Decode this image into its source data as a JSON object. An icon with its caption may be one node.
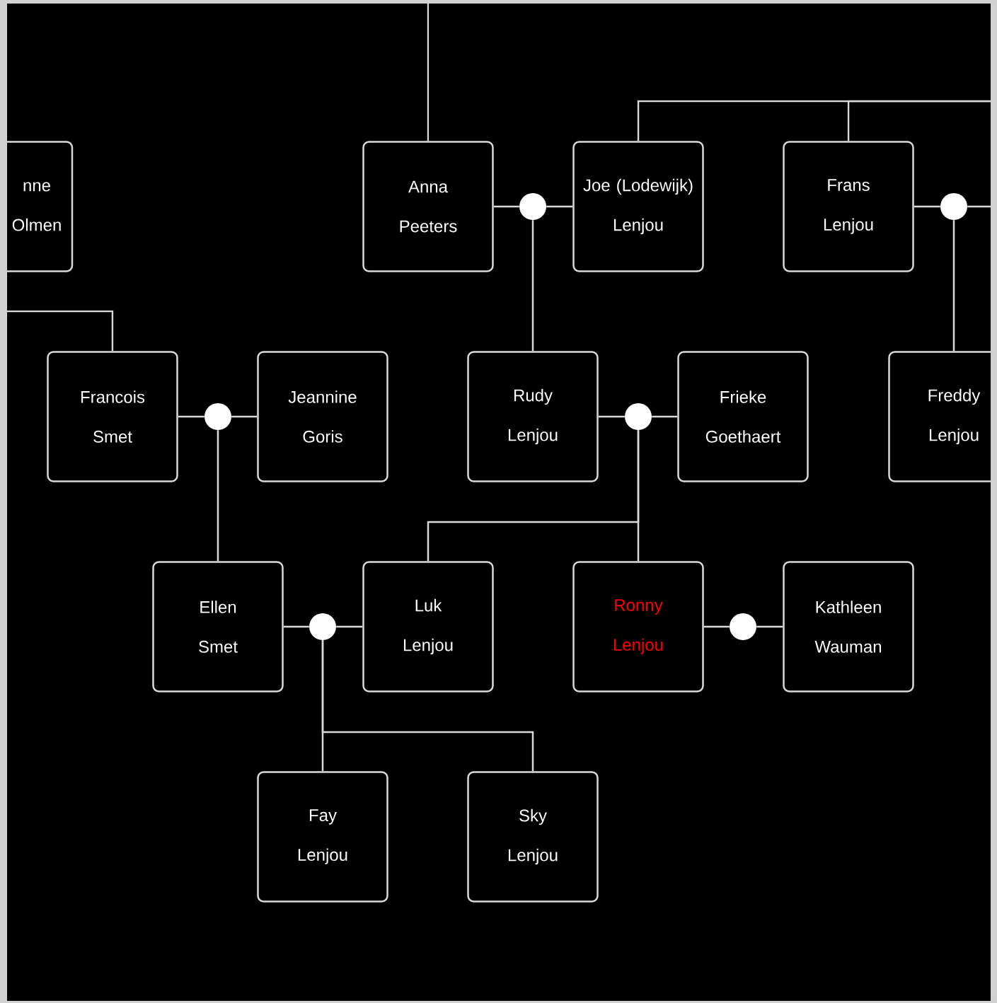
{
  "diagram": {
    "nodes": [
      {
        "text": [
          "nne Olmen"
        ]
      },
      {
        "text": [
          "Anna Peeters"
        ]
      },
      {
        "text": [],
        "shape": "circle"
      },
      {
        "text": [
          "Joe (Lodewijk) Lenjou"
        ]
      },
      {
        "text": [
          "Frans Lenjou"
        ]
      },
      {
        "text": [],
        "shape": "circle"
      },
      {
        "text": [
          "Francois Smet"
        ]
      },
      {
        "text": [],
        "shape": "circle"
      },
      {
        "text": [
          "Jeannine Goris"
        ]
      },
      {
        "text": [
          "Rudy Lenjou"
        ]
      },
      {
        "text": [],
        "shape": "circle"
      },
      {
        "text": [
          "Frieke Goethaert"
        ]
      },
      {
        "text": [
          "Freddy Lenjou"
        ]
      },
      {
        "text": [
          "Ellen Smet"
        ]
      },
      {
        "text": [],
        "shape": "circle"
      },
      {
        "text": [
          "Luk Lenjou"
        ]
      },
      {
        "text": [
          "Ronny Lenjou"
        ]
      },
      {
        "text": [],
        "shape": "circle"
      },
      {
        "text": [
          "Kathleen Wauman"
        ]
      },
      {
        "text": [
          "Fay Lenjou"
        ]
      },
      {
        "text": [
          "Sky Lenjou"
        ]
      }
    ],
    "edges": [
      {
        "from": null,
        "to": 1,
        "arrow": "none"
      },
      {
        "from": 1,
        "to": 2,
        "arrow": "none"
      },
      {
        "from": 2,
        "to": 3,
        "arrow": "none"
      },
      {
        "from": null,
        "to": 3,
        "arrow": "none"
      },
      {
        "from": null,
        "to": 4,
        "arrow": "none"
      },
      {
        "from": 4,
        "to": 5,
        "arrow": "none"
      },
      {
        "from": 5,
        "to": null,
        "arrow": "none"
      },
      {
        "from": 5,
        "to": 12,
        "arrow": "none"
      },
      {
        "from": null,
        "to": 6,
        "arrow": "none"
      },
      {
        "from": 6,
        "to": 7,
        "arrow": "none"
      },
      {
        "from": 7,
        "to": 8,
        "arrow": "none"
      },
      {
        "from": 7,
        "to": 13,
        "arrow": "none"
      },
      {
        "from": 2,
        "to": 9,
        "arrow": "none"
      },
      {
        "from": 9,
        "to": 10,
        "arrow": "none"
      },
      {
        "from": 10,
        "to": 11,
        "arrow": "none"
      },
      {
        "from": 10,
        "to": 15,
        "arrow": "none"
      },
      {
        "from": 10,
        "to": 16,
        "arrow": "none"
      },
      {
        "from": 13,
        "to": 14,
        "arrow": "none"
      },
      {
        "from": 14,
        "to": 15,
        "arrow": "none"
      },
      {
        "from": 14,
        "to": 19,
        "arrow": "none"
      },
      {
        "from": 14,
        "to": 20,
        "arrow": "none"
      },
      {
        "from": 16,
        "to": 17,
        "arrow": "none"
      },
      {
        "from": 17,
        "to": 18,
        "arrow": "none"
      }
    ]
  }
}
